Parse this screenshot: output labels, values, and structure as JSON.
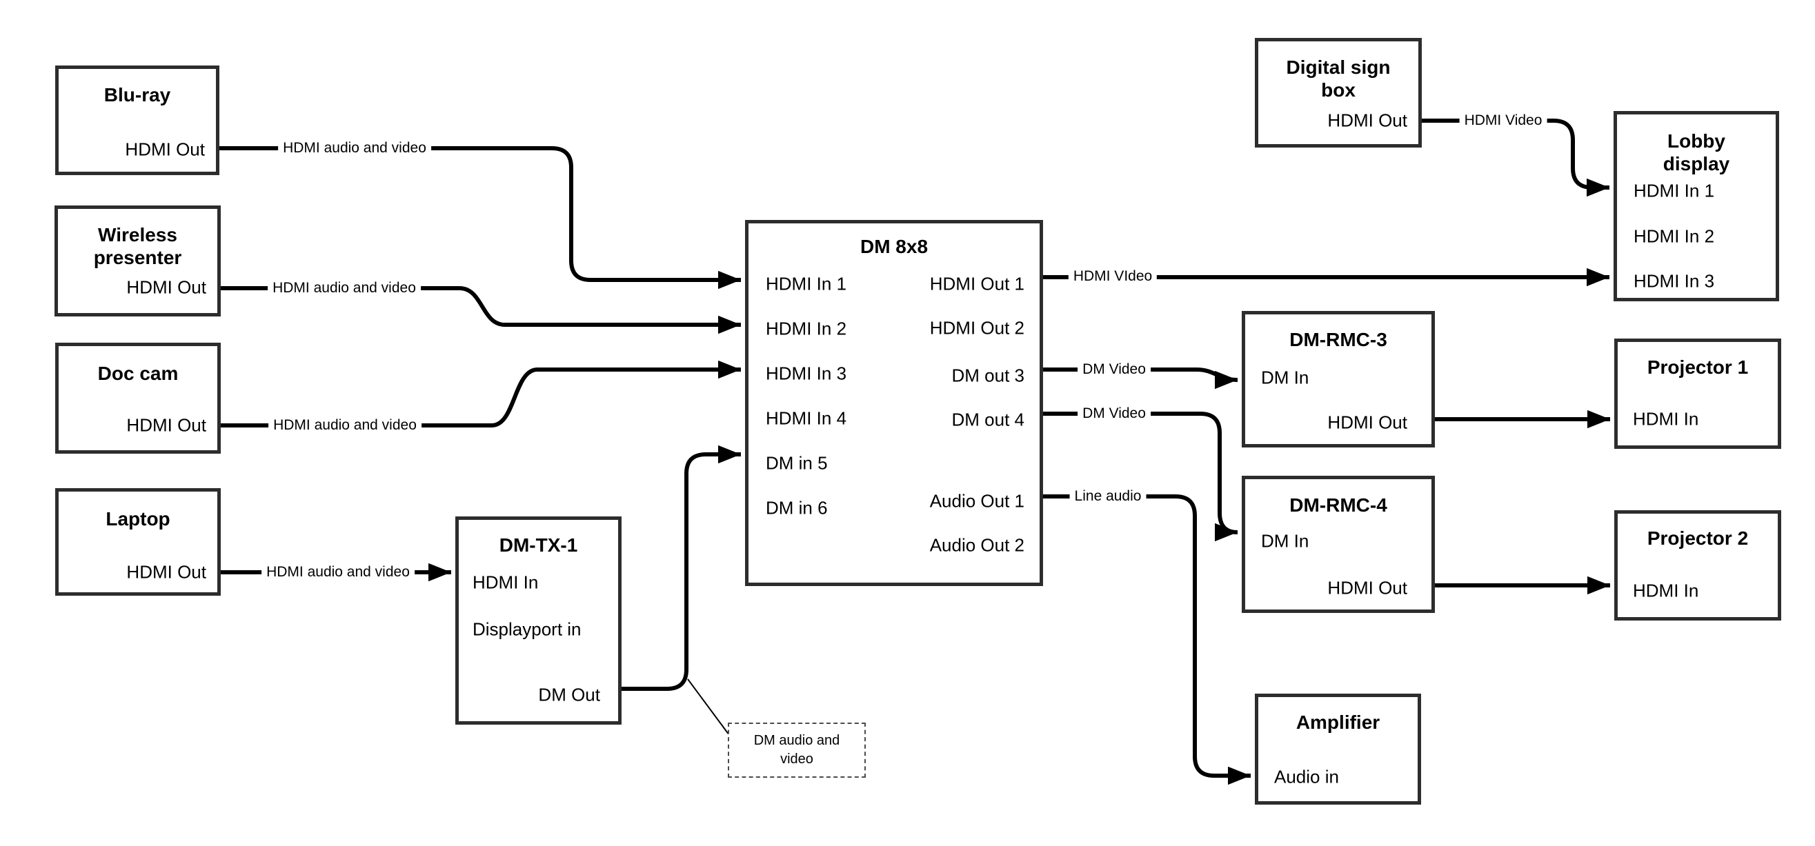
{
  "colors": {
    "line": "#000000",
    "box_border": "#2d2d2d",
    "background": "#ffffff"
  },
  "nodes": {
    "bluray": {
      "title": "Blu-ray",
      "port_hdmi_out": "HDMI Out"
    },
    "wireless": {
      "title_line1": "Wireless",
      "title_line2": "presenter",
      "port_hdmi_out": "HDMI Out"
    },
    "doccam": {
      "title": "Doc cam",
      "port_hdmi_out": "HDMI Out"
    },
    "laptop": {
      "title": "Laptop",
      "port_hdmi_out": "HDMI Out"
    },
    "dmtx1": {
      "title": "DM-TX-1",
      "port_hdmi_in": "HDMI In",
      "port_displayport_in": "Displayport in",
      "port_dm_out": "DM Out"
    },
    "dm8x8": {
      "title": "DM 8x8",
      "port_hdmi_in_1": "HDMI In 1",
      "port_hdmi_in_2": "HDMI In 2",
      "port_hdmi_in_3": "HDMI In 3",
      "port_hdmi_in_4": "HDMI In 4",
      "port_dm_in_5": "DM in 5",
      "port_dm_in_6": "DM in 6",
      "port_hdmi_out_1": "HDMI Out 1",
      "port_hdmi_out_2": "HDMI Out 2",
      "port_dm_out_3": "DM out 3",
      "port_dm_out_4": "DM out 4",
      "port_audio_out_1": "Audio Out 1",
      "port_audio_out_2": "Audio Out 2"
    },
    "digital_sign": {
      "title_line1": "Digital sign",
      "title_line2": "box",
      "port_hdmi_out": "HDMI Out"
    },
    "lobby": {
      "title_line1": "Lobby",
      "title_line2": "display",
      "port_hdmi_in_1": "HDMI In 1",
      "port_hdmi_in_2": "HDMI In 2",
      "port_hdmi_in_3": "HDMI In 3"
    },
    "rmc3": {
      "title": "DM-RMC-3",
      "port_dm_in": "DM In",
      "port_hdmi_out": "HDMI Out"
    },
    "proj1": {
      "title": "Projector 1",
      "port_hdmi_in": "HDMI In"
    },
    "rmc4": {
      "title": "DM-RMC-4",
      "port_dm_in": "DM In",
      "port_hdmi_out": "HDMI Out"
    },
    "proj2": {
      "title": "Projector 2",
      "port_hdmi_in": "HDMI In"
    },
    "amp": {
      "title": "Amplifier",
      "port_audio_in": "Audio in"
    }
  },
  "edge_labels": {
    "bluray_line": "HDMI audio and video",
    "wireless_line": "HDMI audio and video",
    "doccam_line": "HDMI audio and video",
    "laptop_line": "HDMI audio and video",
    "hdmi_out1_line": "HDMI VIdeo",
    "dm_out3_line": "DM Video",
    "dm_out4_line": "DM Video",
    "audio_out1_line": "Line audio",
    "digital_sign_line": "HDMI Video"
  },
  "note": {
    "line1": "DM audio and",
    "line2": "video"
  }
}
